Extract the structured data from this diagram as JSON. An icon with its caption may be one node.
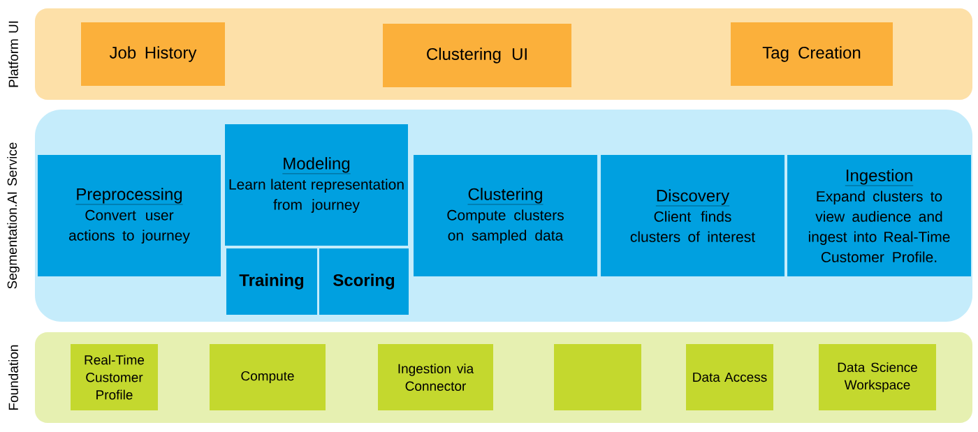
{
  "diagram": {
    "nodes": [
      {
        "text": [
          "Platform UI"
        ]
      },
      {
        "text": [
          "Job History"
        ],
        "in": 0
      },
      {
        "text": [
          "Clustering UI"
        ],
        "in": 0
      },
      {
        "text": [
          "Tag Creation"
        ],
        "in": 0
      },
      {
        "text": [
          "Segmentation.AI Service"
        ]
      },
      {
        "text": [
          "Preprocessing",
          "Convert user actions to journey"
        ],
        "in": 4
      },
      {
        "text": [
          "Modeling",
          "Learn latent representation from journey"
        ],
        "in": 4
      },
      {
        "text": [
          "Training"
        ],
        "in": 4
      },
      {
        "text": [
          "Scoring"
        ],
        "in": 4
      },
      {
        "text": [
          "Clustering",
          "Compute clusters on sampled data"
        ],
        "in": 4
      },
      {
        "text": [
          "Discovery",
          "Client finds clusters of interest"
        ],
        "in": 4
      },
      {
        "text": [
          "Ingestion",
          "Expand clusters to view audience and ingest into Real-Time Customer Profile."
        ],
        "in": 4
      },
      {
        "text": [
          "Foundation"
        ]
      },
      {
        "text": [
          "Real-Time Customer Profile"
        ],
        "in": 12
      },
      {
        "text": [
          "Compute"
        ],
        "in": 12
      },
      {
        "text": [
          "Ingestion via Connector"
        ],
        "in": 12
      },
      {
        "text": [],
        "shape": "box",
        "in": 12
      },
      {
        "text": [
          "Data Access"
        ],
        "in": 12
      },
      {
        "text": [
          "Data Science Workspace"
        ],
        "in": 12
      }
    ]
  }
}
